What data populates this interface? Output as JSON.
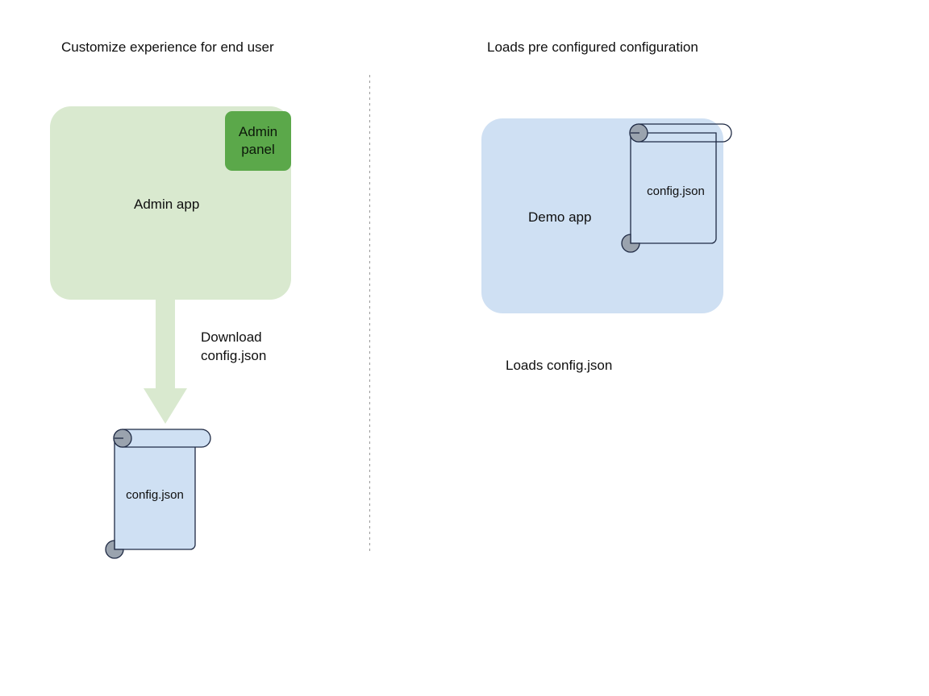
{
  "diagram": {
    "title_left": "Customize experience for end user",
    "title_right": "Loads pre configured configuration",
    "divider": "vertical-dotted-divider"
  },
  "left_flow": {
    "app": {
      "label": "Admin app",
      "fill_color": "#d9e9cf"
    },
    "panel": {
      "label": "Admin\npanel",
      "fill_color": "#5ba84a"
    },
    "arrow": {
      "caption": "Download\nconfig.json",
      "fill_color": "#d9e9cf"
    },
    "document": {
      "label": "config.json",
      "fill_color": "#cfe0f3",
      "stroke_color": "#1f2a44",
      "roll_color": "#9aa3ae"
    }
  },
  "right_flow": {
    "app": {
      "label": "Demo app",
      "fill_color": "#cfe0f3"
    },
    "document": {
      "label": "config.json",
      "fill_color": "none",
      "stroke_color": "#1f2a44",
      "roll_color": "#9aa3ae"
    },
    "caption": "Loads config.json"
  }
}
